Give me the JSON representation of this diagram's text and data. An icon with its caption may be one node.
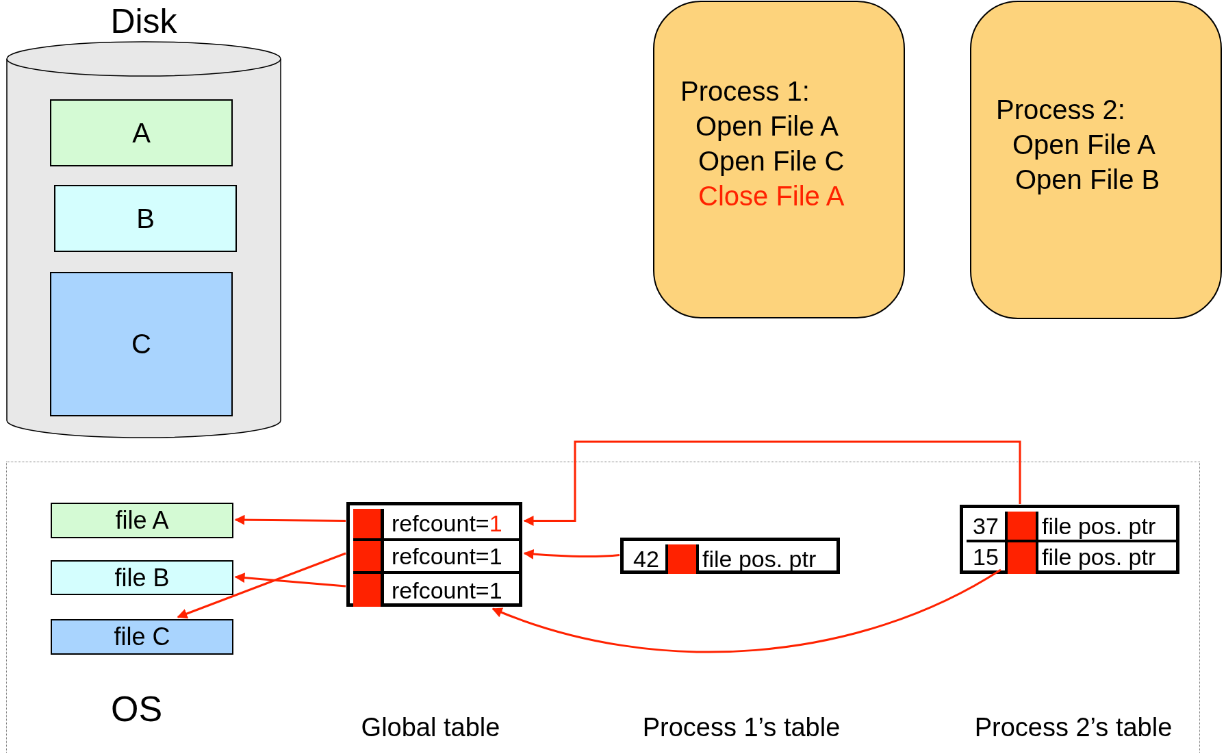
{
  "diagram": {
    "nodes": [
      {
        "text": [
          "Disk"
        ]
      },
      {
        "text": [
          "A"
        ],
        "in": 0
      },
      {
        "text": [
          "B"
        ],
        "in": 0
      },
      {
        "text": [
          "C"
        ],
        "in": 0
      },
      {
        "text": [
          "Process 1:",
          "Open File A",
          "Open File C",
          "Close File A"
        ]
      },
      {
        "text": [
          "Process 2:",
          "Open File A",
          "Open File B"
        ]
      },
      {
        "text": [
          "OS"
        ]
      },
      {
        "text": [
          "file A"
        ],
        "in": 6
      },
      {
        "text": [
          "file B"
        ],
        "in": 6
      },
      {
        "text": [
          "file C"
        ],
        "in": 6
      },
      {
        "text": [],
        "shape": "box",
        "in": 6
      },
      {
        "text": [
          "refcount=",
          "1"
        ],
        "in": 10
      },
      {
        "text": [
          "refcount=1"
        ],
        "in": 10
      },
      {
        "text": [
          "refcount=1"
        ],
        "in": 10
      },
      {
        "text": [],
        "shape": "box",
        "in": 6
      },
      {
        "text": [
          "42",
          "file pos. ptr"
        ],
        "in": 14
      },
      {
        "text": [],
        "shape": "box",
        "in": 6
      },
      {
        "text": [
          "37",
          "file pos. ptr"
        ],
        "in": 16
      },
      {
        "text": [
          "15",
          "file pos. ptr"
        ],
        "in": 16
      }
    ],
    "edges": [
      {
        "from": 11,
        "to": 7,
        "arrow": "to"
      },
      {
        "from": 12,
        "to": 9,
        "arrow": "to"
      },
      {
        "from": 13,
        "to": 8,
        "arrow": "to"
      },
      {
        "from": 15,
        "to": 12,
        "arrow": "to"
      },
      {
        "from": 17,
        "to": 11,
        "arrow": "to"
      },
      {
        "from": 18,
        "to": 13,
        "arrow": "to"
      }
    ],
    "labels": [
      "Global table",
      "Process 1’s table",
      "Process 2’s table"
    ]
  }
}
